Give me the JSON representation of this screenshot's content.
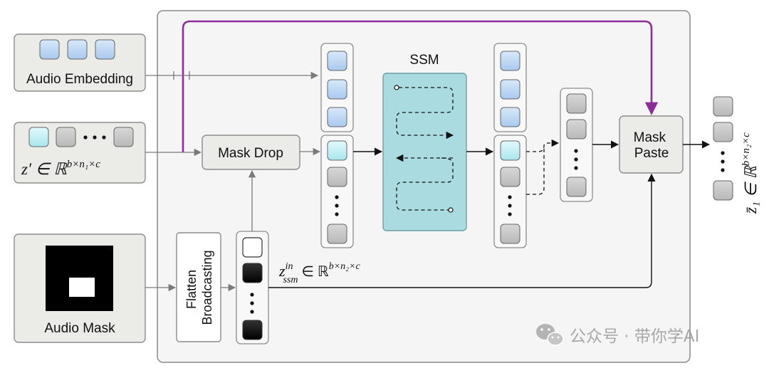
{
  "inputs": {
    "audio_embedding": "Audio Embedding",
    "latent_symbol": "z′ ∈ ℝ",
    "latent_sup": "b×n₁×c",
    "audio_mask": "Audio Mask"
  },
  "blocks": {
    "mask_drop": "Mask Drop",
    "flatten_line1": "Flatten",
    "flatten_line2": "Broadcasting",
    "ssm_title": "SSM",
    "mask_paste_line1": "Mask",
    "mask_paste_line2": "Paste"
  },
  "labels": {
    "z_ssm_base": "z",
    "z_ssm_sup": "in",
    "z_ssm_sub": "ssm",
    "z_ssm_rest": " ∈ ℝ",
    "z_ssm_dims": "b×n₂×c",
    "output_symbol": "z̄₁ ∈ ℝ",
    "output_sup": "b×n₂×c"
  },
  "watermark": "公众号 · 带你学AI",
  "colors": {
    "embedding_token": "#c6dff7",
    "latent_token_first": "#cdf3f7",
    "latent_token": "#c8c8c8",
    "ssm_fill": "#a9dbe1",
    "purple_arrow": "#8e2b9a",
    "panel_fill": "#f4f4f4",
    "box_fill": "#ebebe8"
  },
  "icons": [
    "wechat-icon"
  ]
}
